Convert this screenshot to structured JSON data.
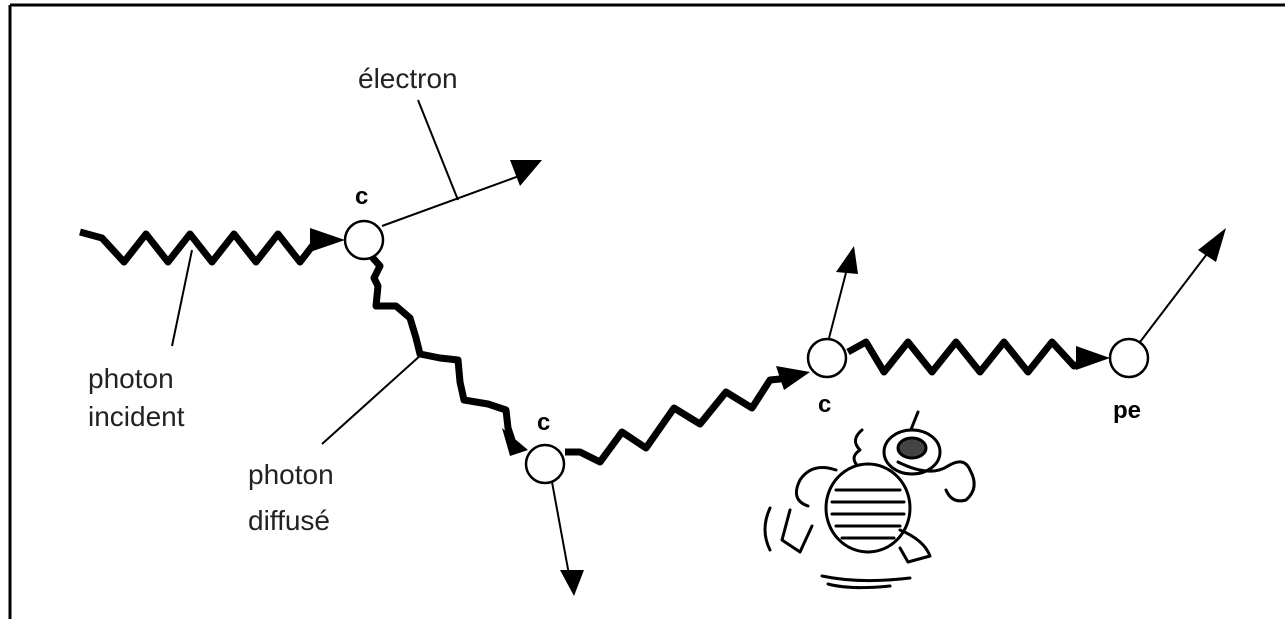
{
  "diagram": {
    "labels": {
      "electron": "électron",
      "photon_incident_line1": "photon",
      "photon_incident_line2": "incident",
      "photon_diffuse_line1": "photon",
      "photon_diffuse_line2": "diffusé"
    },
    "interactions": [
      {
        "label": "c"
      },
      {
        "label": "c"
      },
      {
        "label": "c"
      },
      {
        "label": "pe"
      }
    ],
    "mascot": {
      "icon": "running-bug-mascot-icon"
    }
  }
}
